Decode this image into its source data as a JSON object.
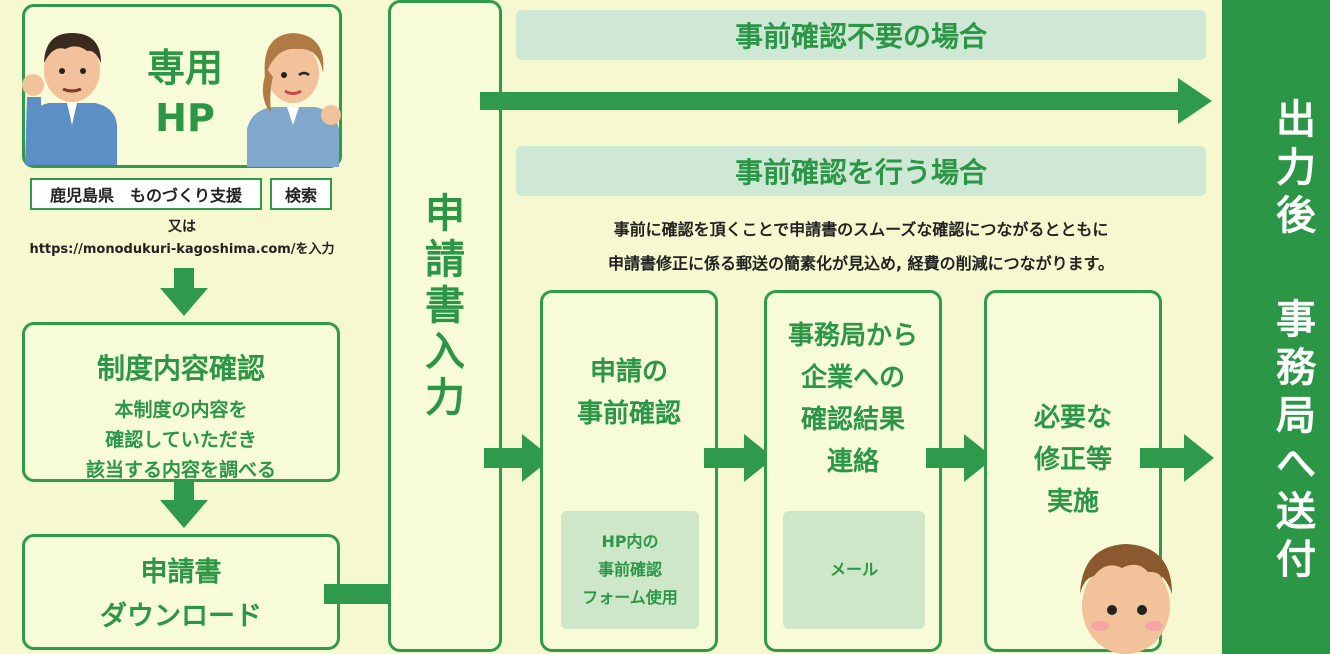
{
  "hp": {
    "title_line1": "専用",
    "title_line2": "HP",
    "search_term": "鹿児島県　ものづくり支援",
    "search_button": "検索",
    "or_text": "又は",
    "url_text": "https://monodukuri-kagoshima.com/を入力"
  },
  "seido": {
    "title": "制度内容確認",
    "desc_line1": "本制度の内容を",
    "desc_line2": "確認していただき",
    "desc_line3": "該当する内容を調べる"
  },
  "download": {
    "line1": "申請書",
    "line2": "ダウンロード"
  },
  "input": {
    "chars": [
      "申",
      "請",
      "書",
      "入",
      "力"
    ]
  },
  "banners": {
    "no_check": "事前確認不要の場合",
    "with_check": "事前確認を行う場合"
  },
  "info": {
    "line1": "事前に確認を頂くことで申請書のスムーズな確認につながるとともに",
    "line2": "申請書修正に係る郵送の簡素化が見込め, 経費の削減につながります。"
  },
  "steps": [
    {
      "line1": "申請の",
      "line2": "事前確認",
      "sub1": "HP内の",
      "sub2": "事前確認",
      "sub3": "フォーム使用"
    },
    {
      "line1": "事務局から",
      "line2": "企業への",
      "line3": "確認結果",
      "line4": "連絡",
      "sub1": "メール"
    },
    {
      "line1": "必要な",
      "line2": "修正等",
      "line3": "実施"
    }
  ],
  "output": {
    "col1": [
      "出",
      "力",
      "後"
    ],
    "col2": [
      "事",
      "務",
      "局",
      "へ",
      "送",
      "付"
    ]
  },
  "colors": {
    "accent": "#2b9646",
    "background": "#f6f9cf",
    "banner": "#cfe8d5"
  }
}
